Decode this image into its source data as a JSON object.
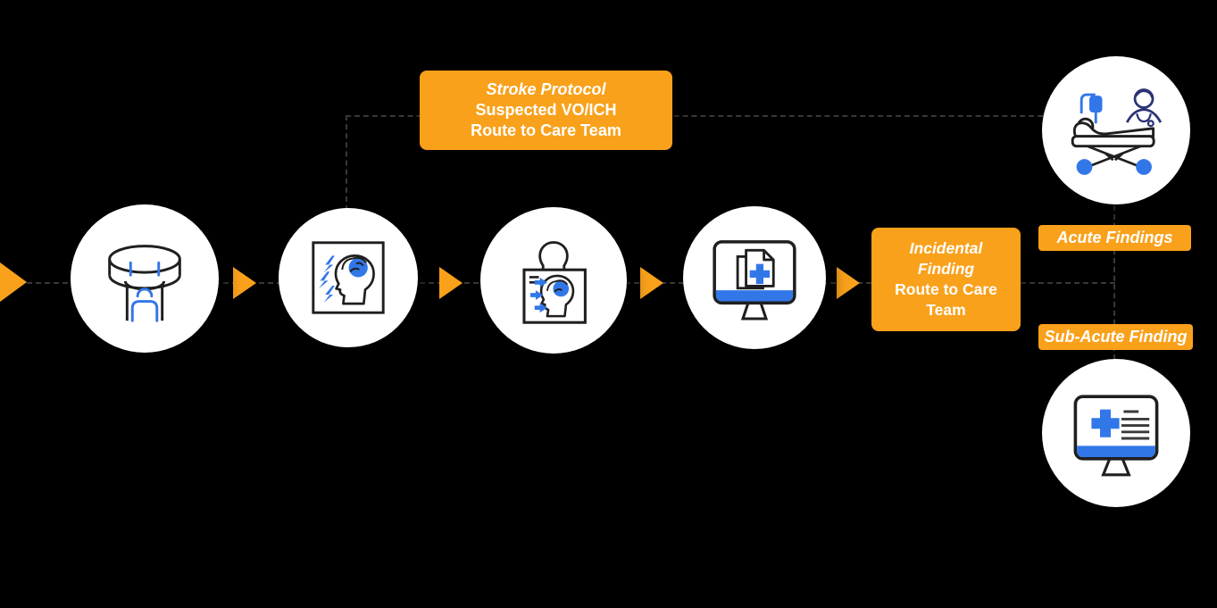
{
  "colors": {
    "background": "#000000",
    "accent_orange": "#F9A11B",
    "icon_blue": "#3277E8",
    "doctor_navy": "#2B3274",
    "icon_outline": "#1F1F1F",
    "dashed_line": "#383838",
    "label_text": "#FFFFFF",
    "node_fill": "#FFFFFF"
  },
  "icons": {
    "node1": "ct-scanner-icon",
    "node2": "brain-alert-icon",
    "node3": "patient-scan-icon",
    "node4": "monitor-documents-icon",
    "node5": "stretcher-doctor-icon",
    "node6": "monitor-report-icon"
  },
  "labels": {
    "stroke_box": {
      "emphasis": "Stroke Protocol",
      "line2": "Suspected VO/ICH",
      "line3": "Route to Care Team"
    },
    "incidental_box": {
      "emphasis": "Incidental Finding",
      "line2": "Route to Care Team"
    },
    "acute": "Acute Findings",
    "subacute": "Sub-Acute Finding"
  }
}
